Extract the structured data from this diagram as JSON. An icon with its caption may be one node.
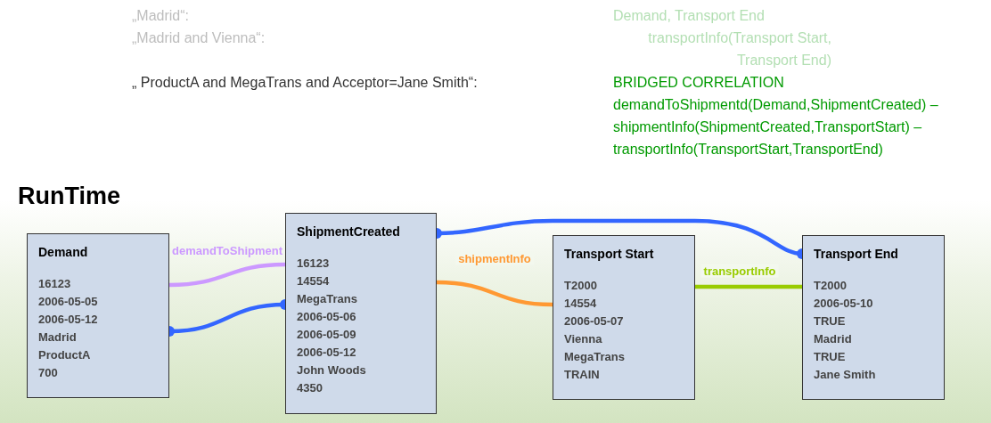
{
  "diagram": {
    "title": "RunTime",
    "nodes": [
      {
        "text": [
          "Demand",
          "16123",
          "2006-05-05",
          "2006-05-12",
          "Madrid",
          "ProductA",
          "700"
        ]
      },
      {
        "text": [
          "ShipmentCreated",
          "16123",
          "14554",
          "MegaTrans",
          "2006-05-06",
          "2006-05-09",
          "2006-05-12",
          "John Woods",
          "4350"
        ]
      },
      {
        "text": [
          "Transport Start",
          "T2000",
          "14554",
          "2006-05-07",
          "Vienna",
          "MegaTrans",
          "TRAIN"
        ]
      },
      {
        "text": [
          "Transport End",
          "T2000",
          "2006-05-10",
          "TRUE",
          "Madrid",
          "TRUE",
          "Jane Smith"
        ]
      }
    ],
    "edges": [
      {
        "from": 0,
        "to": 1,
        "arrow": "none",
        "label": "demandToShipment",
        "color": "#cc99ff"
      },
      {
        "from": 1,
        "to": 2,
        "arrow": "none",
        "label": "shipmentInfo",
        "color": "#ff9933"
      },
      {
        "from": 2,
        "to": 3,
        "arrow": "none",
        "label": "transportInfo",
        "color": "#99cc00"
      },
      {
        "from": 0,
        "to": 1,
        "arrow": "other",
        "color": "#3366ff"
      },
      {
        "from": 1,
        "to": 3,
        "arrow": "other",
        "color": "#3366ff"
      }
    ],
    "labels": [
      "„Madrid“:",
      "Demand, Transport End",
      "„Madrid and Vienna“:",
      "transportInfo(Transport Start, Transport End)",
      "„ ProductA and MegaTrans and Acceptor=Jane Smith“:",
      "BRIDGED CORRELATION",
      "demandToShipmentd(Demand,ShipmentCreated) – shipmentInfo(ShipmentCreated,TransportStart) – transportInfo(TransportStart,TransportEnd)"
    ]
  }
}
